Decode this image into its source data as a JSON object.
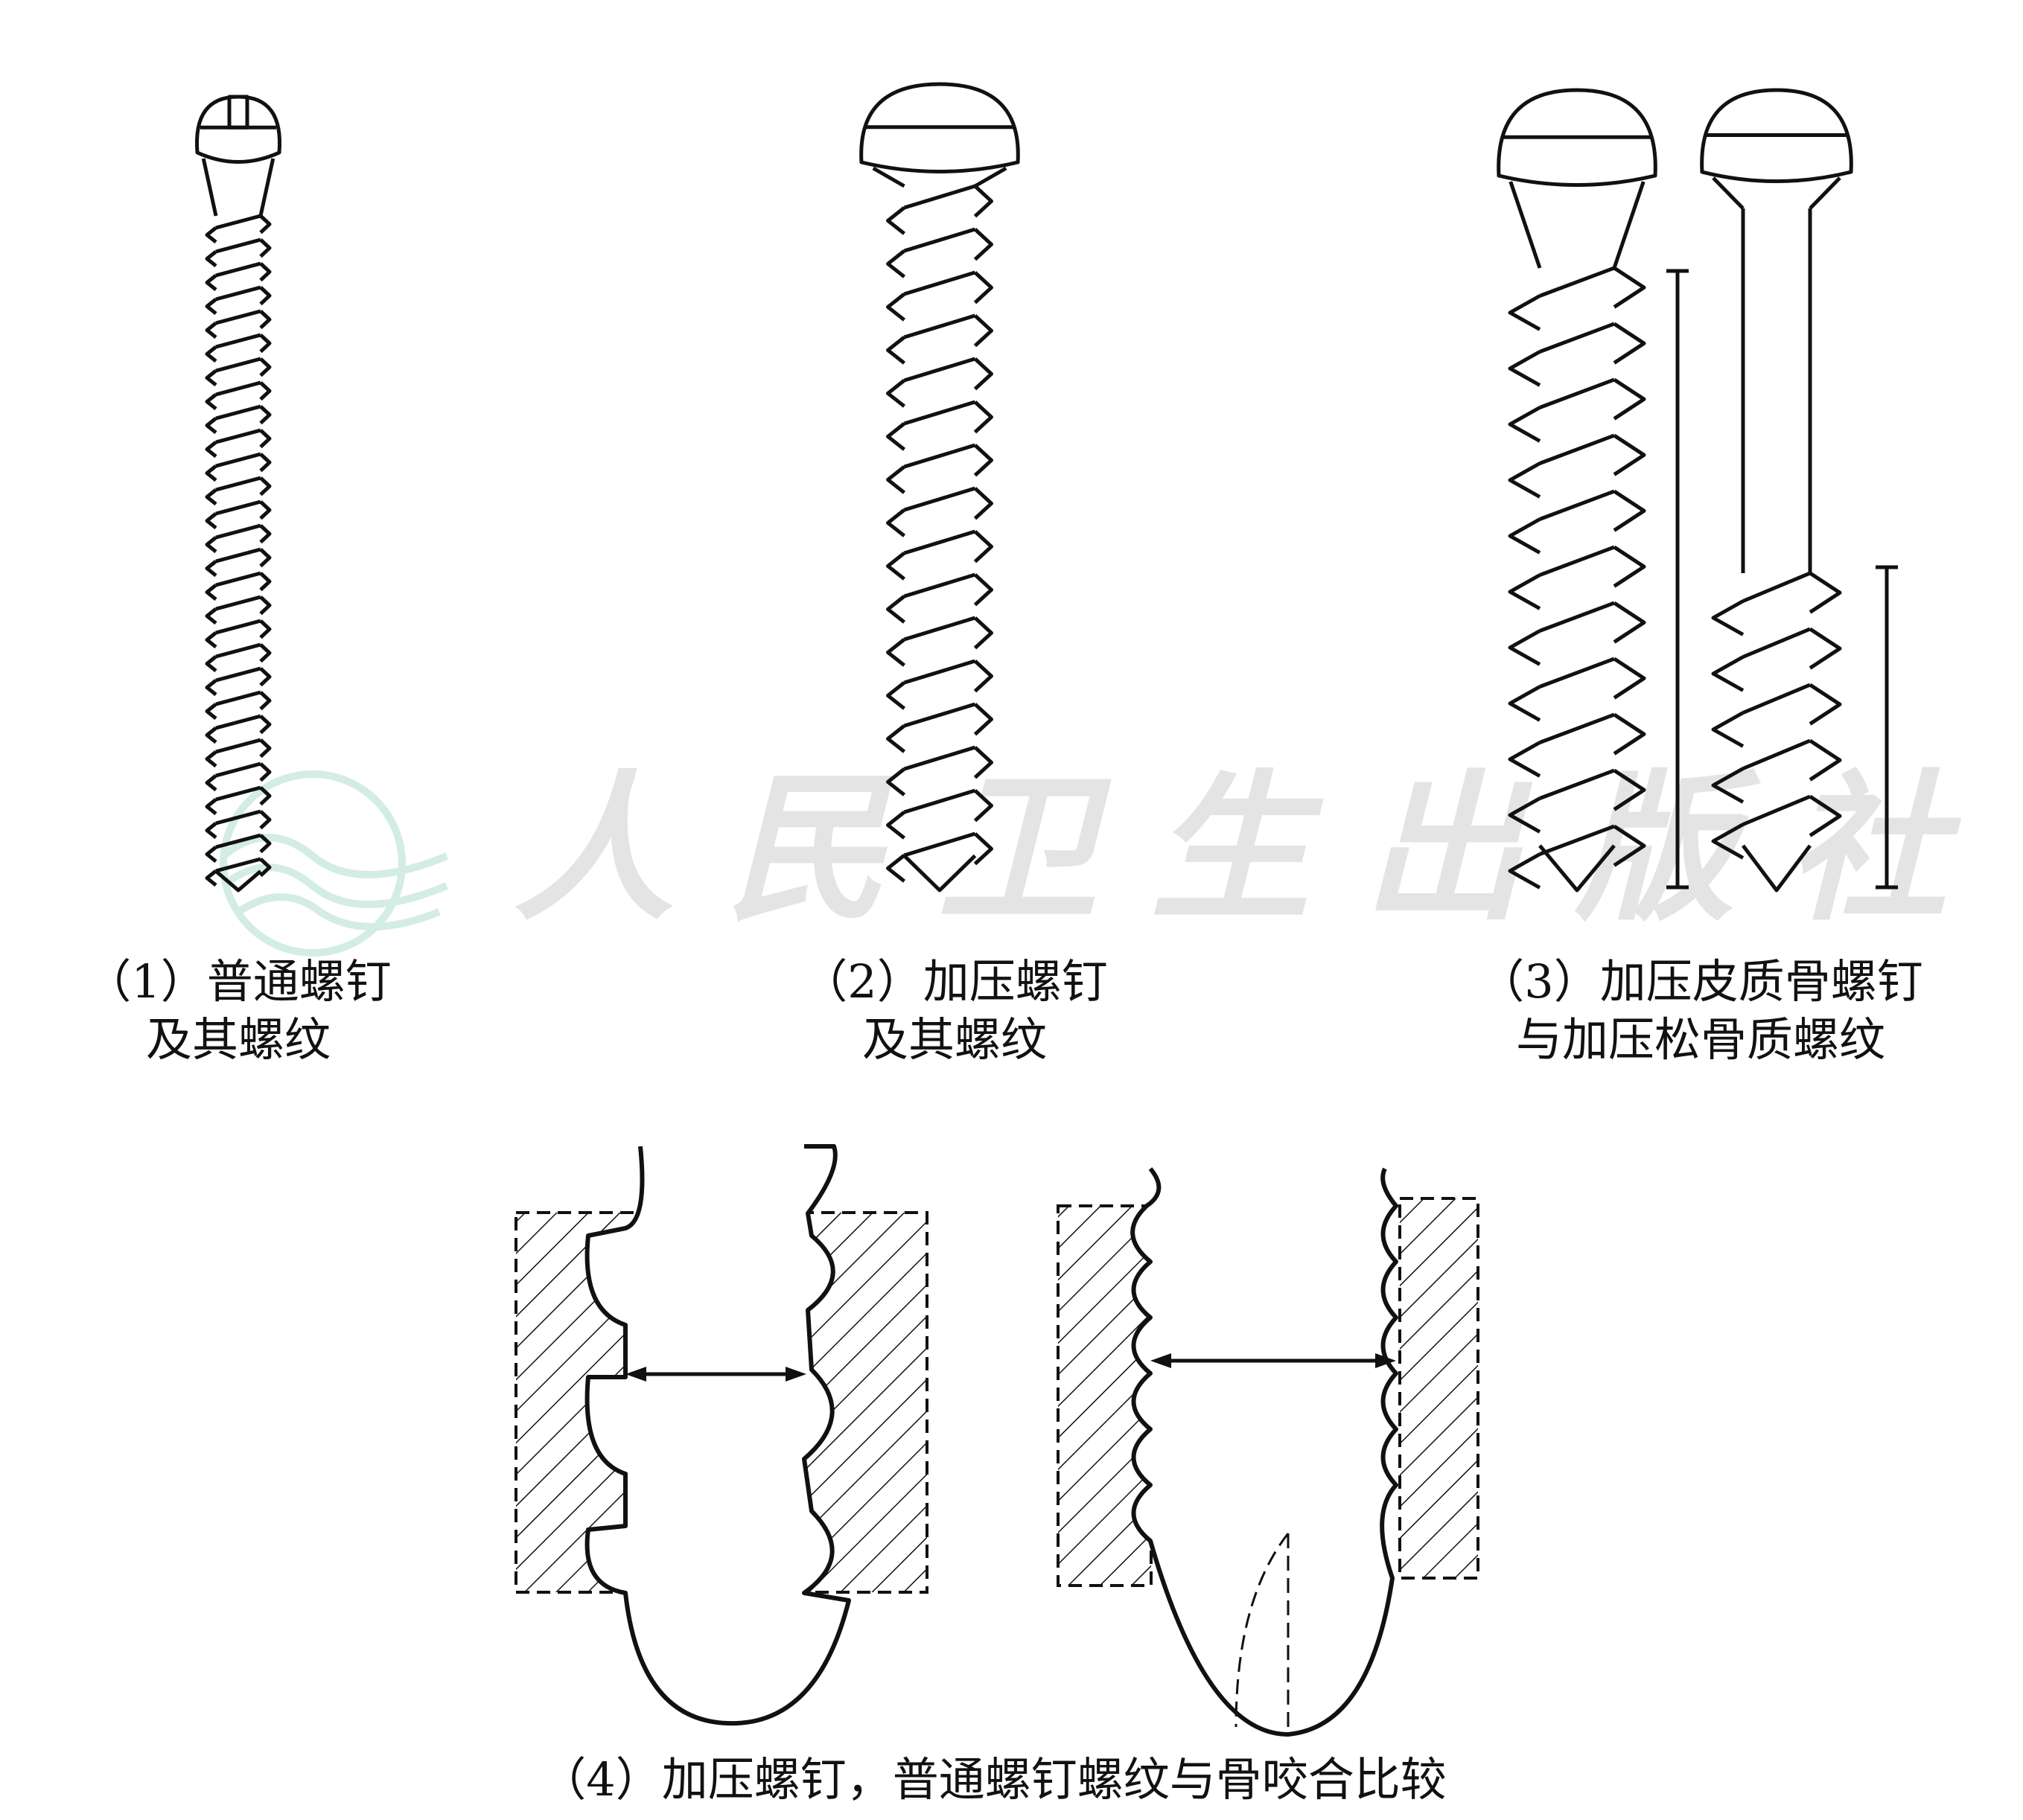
{
  "watermark": {
    "text": "人民卫生出版社",
    "color": "#e0e0e0",
    "logo_color": "#d3ece6"
  },
  "figures": [
    {
      "id": "1",
      "caption_line1": "（1）普通螺钉",
      "caption_line2": "及其螺纹"
    },
    {
      "id": "2",
      "caption_line1": "（2）加压螺钉",
      "caption_line2": "及其螺纹"
    },
    {
      "id": "3",
      "caption_line1": "（3）加压皮质骨螺钉",
      "caption_line2": "与加压松骨质螺纹"
    },
    {
      "id": "4",
      "caption_line1": "（4）加压螺钉，普通螺钉螺纹与骨咬合比较"
    }
  ]
}
